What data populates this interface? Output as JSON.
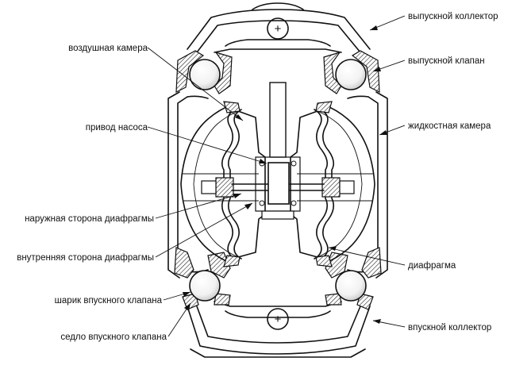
{
  "labels": {
    "outlet_manifold": "выпускной коллектор",
    "outlet_valve": "выпускной клапан",
    "air_chamber": "воздушная камера",
    "fluid_chamber": "жидкостная камера",
    "pump_drive": "привод насоса",
    "diaphragm_outer_side": "наружная сторона диафрагмы",
    "diaphragm_inner_side": "внутренняя сторона диафрагмы",
    "diaphragm": "диафрагма",
    "inlet_valve_ball": "шарик впускного клапана",
    "inlet_valve_seat": "седло впускного клапана",
    "inlet_manifold": "впускной коллектор"
  },
  "symbols": {
    "top_port": "+",
    "bottom_port": "+"
  },
  "colors": {
    "line": "#111111",
    "background": "#ffffff",
    "ball_highlight": "#e8e8e8"
  }
}
